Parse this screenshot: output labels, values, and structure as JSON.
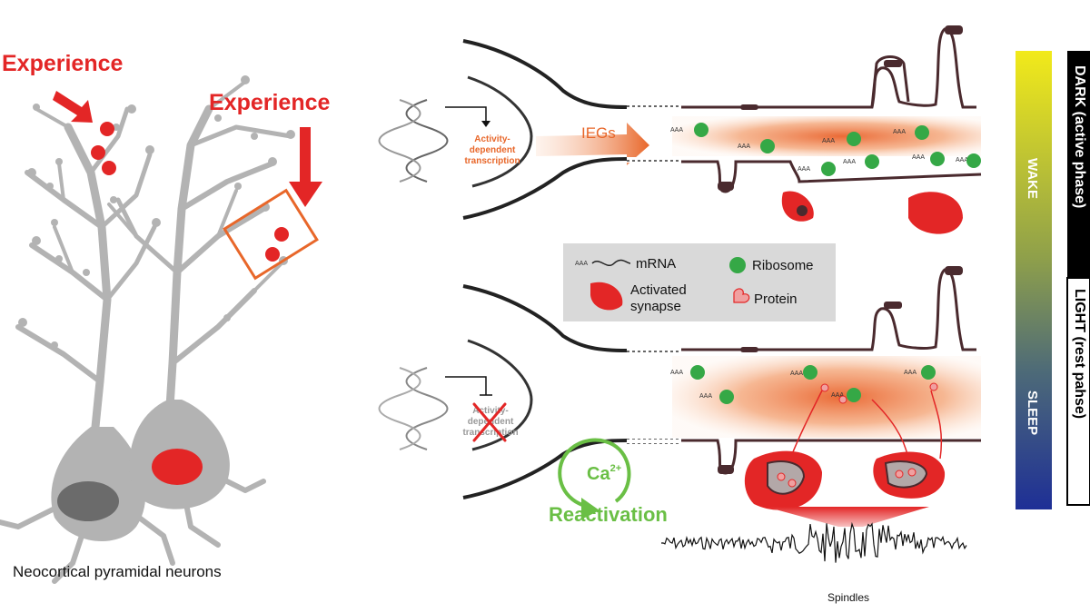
{
  "left_panel": {
    "experience_label_1": "Experience",
    "experience_label_2": "Experience",
    "caption": "Neocortical pyramidal neurons"
  },
  "wake_panel": {
    "transcription_label": "Activity-\ndependent\ntranscription",
    "ieg_label": "IEGs",
    "polya_tag": "AAA"
  },
  "legend": {
    "mrna_tag": "AAA",
    "mrna_label": "mRNA",
    "ribosome_label": "Ribosome",
    "synapse_label": "Activated\nsynapse",
    "protein_label": "Protein"
  },
  "sleep_panel": {
    "transcription_label": "Activity-\ndependent\ntranscription",
    "calcium_label": "Ca",
    "calcium_superscript": "2+",
    "reactivation_label": "Reactivation",
    "spindles_label": "Spindles"
  },
  "phase_bar": {
    "wake_label": "WAKE",
    "sleep_label": "SLEEP",
    "dark_label": "DARK (active phase)",
    "light_label": "LIGHT (rest pahse)"
  },
  "colors": {
    "accent_red": "#e32626",
    "orange": "#e8672a",
    "ribosome_green": "#35a846",
    "reactivation_green": "#6abf45",
    "neuron_gray": "#b3b3b3",
    "nucleus_gray": "#6b6b6b",
    "dendrite_dark": "#4a2a2e",
    "legend_bg": "#d9d9d9",
    "wake_yellow": "#f2ea1a",
    "sleep_blue": "#1e2f96"
  }
}
